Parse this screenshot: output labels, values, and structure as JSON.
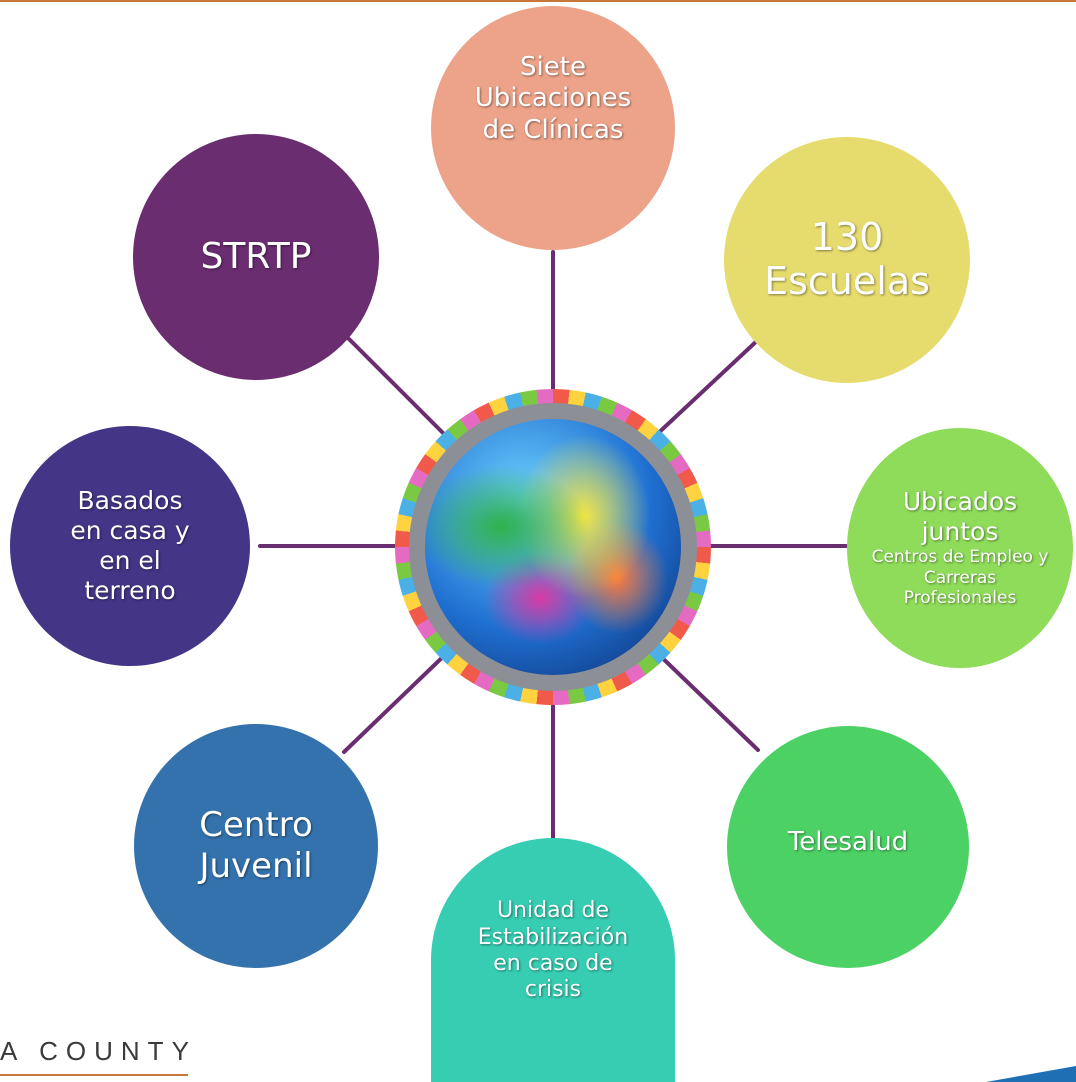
{
  "center": {
    "icon": "globe-with-children-icon"
  },
  "nodes": {
    "siete": {
      "label": "Siete\nUbicaciones\nde Clínicas",
      "color": "#eca389"
    },
    "escuelas": {
      "label": "130\nEscuelas",
      "color": "#e6dc6e"
    },
    "ubicados": {
      "label": "Ubicados\njuntos",
      "sub": "Centros de Empleo y\nCarreras\nProfesionales",
      "color": "#8fdc5a"
    },
    "telesalud": {
      "label": "Telesalud",
      "color": "#4cd164"
    },
    "unidad": {
      "label": "Unidad de\nEstabilización\nen caso de\ncrisis",
      "color": "#36cdb2"
    },
    "centro": {
      "label": "Centro\nJuvenil",
      "color": "#3472ad"
    },
    "basados": {
      "label": "Basados\nen casa y\nen el\nterreno",
      "color": "#443587"
    },
    "strtp": {
      "label": "STRTP",
      "color": "#6a2d70"
    }
  },
  "footer": {
    "logo_text": "A COUNTY"
  },
  "colors": {
    "connector": "#6a2d70",
    "accent_rule": "#c8773a",
    "swoosh": "#1f6fb5"
  }
}
